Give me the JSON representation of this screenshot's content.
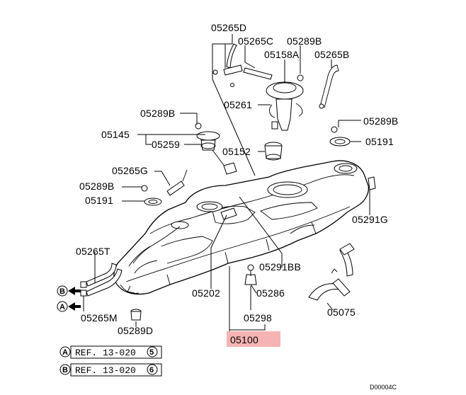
{
  "labels": {
    "p05265D": "05265D",
    "p05265C": "05265C",
    "p05289B_top": "05289B",
    "p05158A": "05158A",
    "p05265B": "05265B",
    "p05261": "05261",
    "p05289B_left": "05289B",
    "p05289B_right": "05289B",
    "p05145": "05145",
    "p05259": "05259",
    "p05152": "05152",
    "p05191_right": "05191",
    "p05265G": "05265G",
    "p05289B_mid": "05289B",
    "p05191_left": "05191",
    "p05291G": "05291G",
    "p05265T": "05265T",
    "p05291BB": "05291BB",
    "p05202": "05202",
    "p05286": "05286",
    "p05298": "05298",
    "p05075": "05075",
    "p05265M": "05265M",
    "p05289D": "05289D",
    "p05100": "05100"
  },
  "connectors": {
    "b": "B",
    "a": "A"
  },
  "references": [
    {
      "letter": "A",
      "text": "REF. 13-020",
      "page": "5"
    },
    {
      "letter": "B",
      "text": "REF. 13-020",
      "page": "6"
    }
  ],
  "highlighted_part": "05100",
  "diagram_code": "D00004C",
  "colors": {
    "highlight": "#f6b3b3",
    "ink": "#000000"
  }
}
